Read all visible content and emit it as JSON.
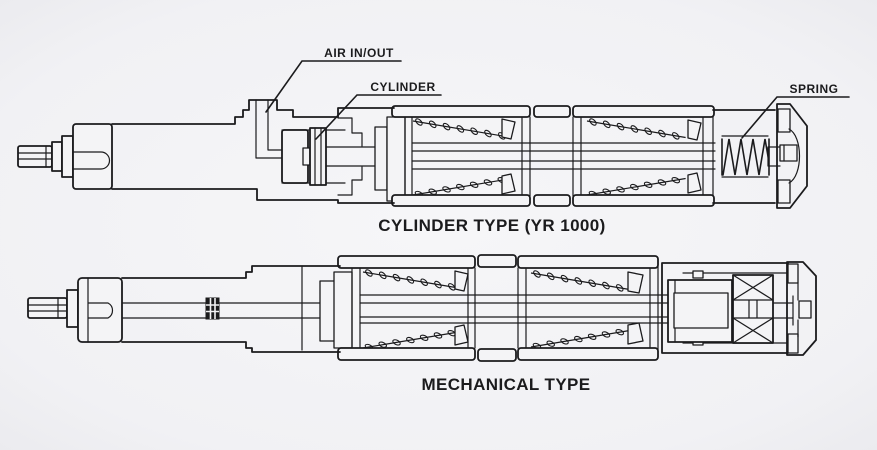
{
  "canvas": {
    "background": "#f2f2f4",
    "ink": "#1b1b1d"
  },
  "top_diagram": {
    "title": "CYLINDER TYPE (YR 1000)",
    "labels": {
      "air": "AIR IN/OUT",
      "cylinder": "CYLINDER",
      "spring": "SPRING"
    }
  },
  "bottom_diagram": {
    "title": "MECHANICAL TYPE"
  }
}
